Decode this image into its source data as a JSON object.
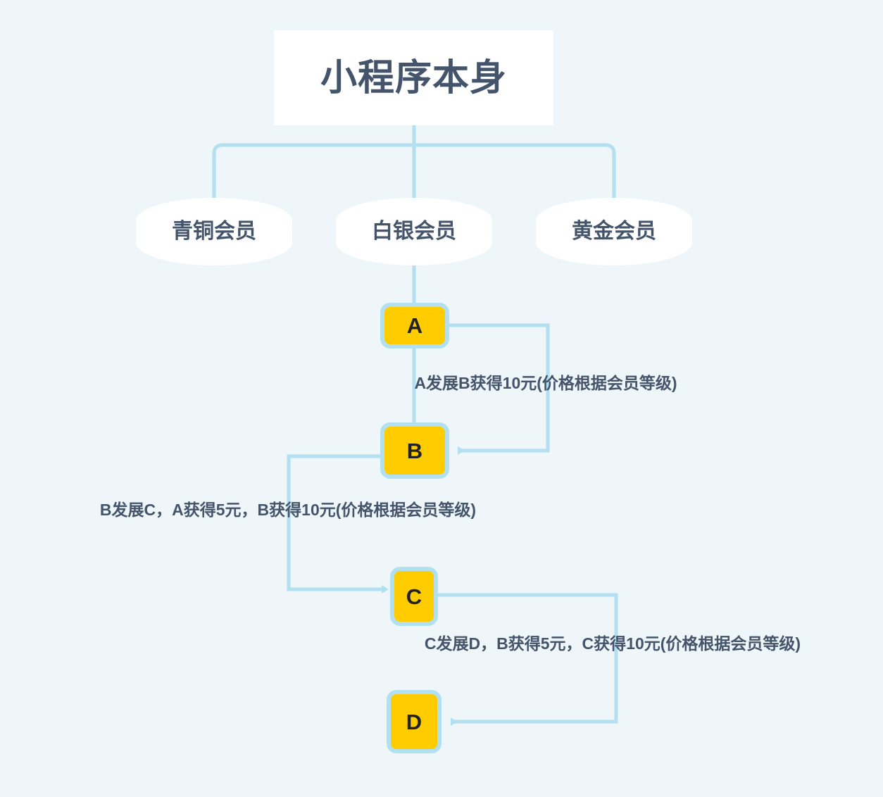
{
  "canvas": {
    "background_color": "#eef6f9",
    "line_color": "#b2e0f0",
    "node_fill_color": "#ffcc00",
    "text_color": "#44546b"
  },
  "root": {
    "label": "小程序本身"
  },
  "tiers": [
    {
      "id": "bronze",
      "label": "青铜会员"
    },
    {
      "id": "silver",
      "label": "白银会员"
    },
    {
      "id": "gold",
      "label": "黄金会员"
    }
  ],
  "members": [
    {
      "id": "a",
      "label": "A"
    },
    {
      "id": "b",
      "label": "B"
    },
    {
      "id": "c",
      "label": "C"
    },
    {
      "id": "d",
      "label": "D"
    }
  ],
  "edge_captions": {
    "a_to_b": "A发展B获得10元(价格根据会员等级)",
    "b_to_c": "B发展C，A获得5元，B获得10元(价格根据会员等级)",
    "c_to_d": "C发展D，B获得5元，C获得10元(价格根据会员等级)"
  }
}
